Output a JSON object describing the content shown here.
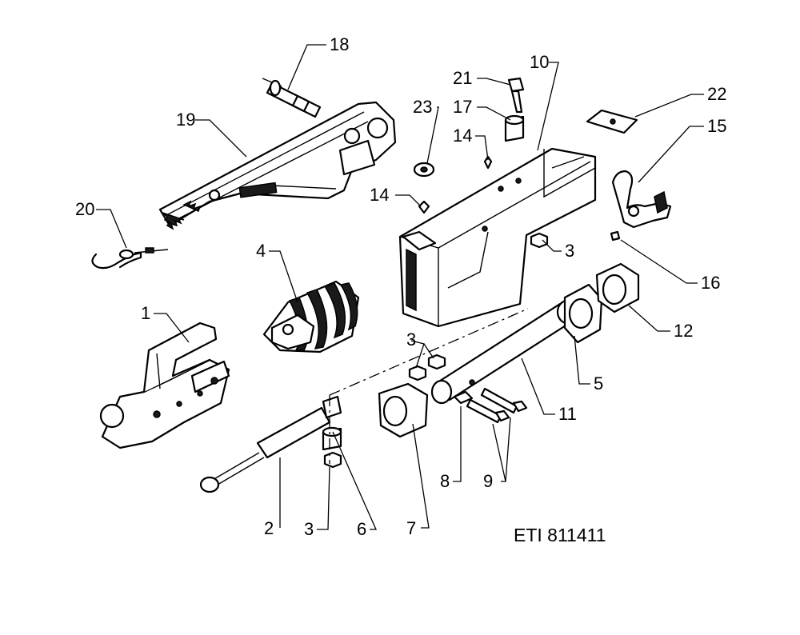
{
  "document_ref": "ETI 811411",
  "callouts": [
    "18",
    "19",
    "20",
    "1",
    "4",
    "2",
    "3",
    "6",
    "7",
    "8",
    "9",
    "11",
    "5",
    "12",
    "3",
    "16",
    "15",
    "22",
    "10",
    "21",
    "17",
    "23",
    "14",
    "14",
    "3"
  ]
}
